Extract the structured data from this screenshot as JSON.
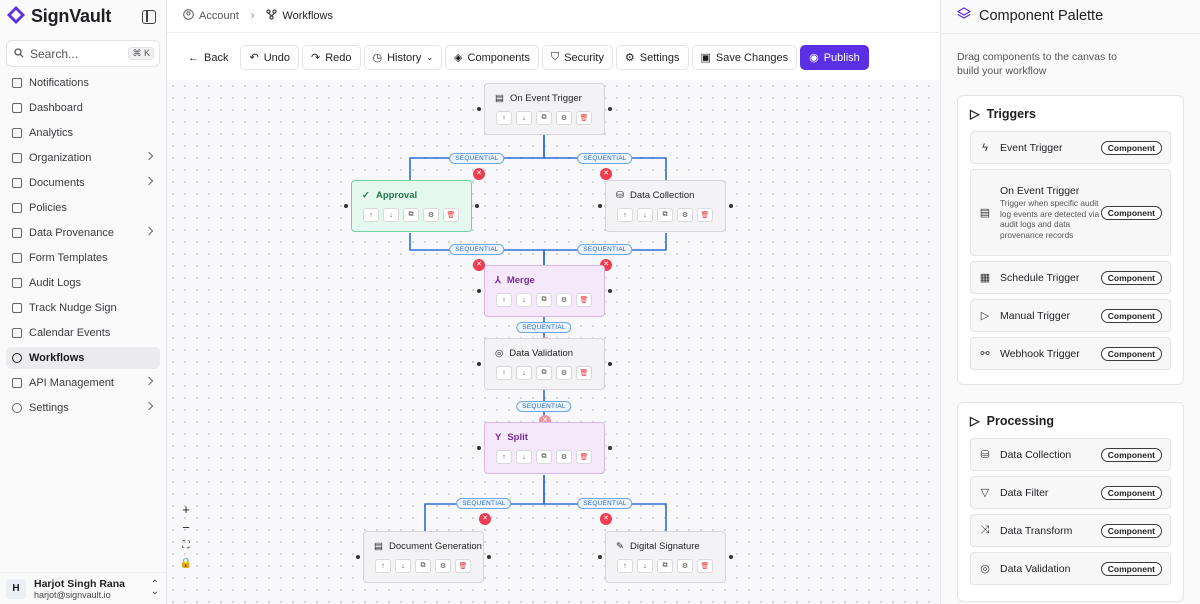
{
  "app": {
    "name": "SignVault"
  },
  "search": {
    "placeholder": "Search...",
    "shortcut": "⌘ K"
  },
  "sidebar": {
    "items": [
      {
        "label": "Notifications",
        "icon": "bell-icon"
      },
      {
        "label": "Dashboard",
        "icon": "grid-icon"
      },
      {
        "label": "Analytics",
        "icon": "chart-icon"
      },
      {
        "label": "Organization",
        "icon": "building-icon"
      },
      {
        "label": "Documents",
        "icon": "document-icon"
      },
      {
        "label": "Policies",
        "icon": "shield-icon"
      },
      {
        "label": "Data Provenance",
        "icon": "database-icon"
      },
      {
        "label": "Form Templates",
        "icon": "form-icon"
      },
      {
        "label": "Audit Logs",
        "icon": "list-icon"
      },
      {
        "label": "Track Nudge Sign",
        "icon": "pen-icon"
      },
      {
        "label": "Calendar Events",
        "icon": "calendar-icon"
      },
      {
        "label": "Workflows",
        "icon": "workflow-icon"
      },
      {
        "label": "API Management",
        "icon": "code-icon"
      },
      {
        "label": "Settings",
        "icon": "gear-icon"
      }
    ]
  },
  "user": {
    "initial": "H",
    "name": "Harjot Singh Rana",
    "email": "harjot@signvault.io"
  },
  "breadcrumb": {
    "root": "Account",
    "current": "Workflows"
  },
  "toolbar": {
    "back": "Back",
    "undo": "Undo",
    "redo": "Redo",
    "history": "History",
    "components": "Components",
    "security": "Security",
    "settings": "Settings",
    "save": "Save Changes",
    "publish": "Publish"
  },
  "canvas": {
    "edge_label": "SEQUENTIAL",
    "nodes": {
      "on_event_trigger": "On Event Trigger",
      "approval": "Approval",
      "data_collection": "Data Collection",
      "merge": "Merge",
      "data_validation": "Data Validation",
      "split": "Split",
      "document_generation": "Document Generation",
      "digital_signature": "Digital Signature"
    }
  },
  "palette": {
    "title": "Component Palette",
    "description": "Drag components to the canvas to build your workflow",
    "badge": "Component",
    "triggers": {
      "title": "Triggers",
      "items": [
        {
          "label": "Event Trigger",
          "icon": "bolt-icon"
        },
        {
          "label": "On Event Trigger",
          "icon": "document-icon",
          "description": "Trigger when specific audit log events are detected via audit logs and data provenance records"
        },
        {
          "label": "Schedule Trigger",
          "icon": "calendar-icon"
        },
        {
          "label": "Manual Trigger",
          "icon": "play-icon"
        },
        {
          "label": "Webhook Trigger",
          "icon": "webhook-icon"
        }
      ]
    },
    "processing": {
      "title": "Processing",
      "items": [
        {
          "label": "Data Collection",
          "icon": "database-icon"
        },
        {
          "label": "Data Filter",
          "icon": "filter-icon"
        },
        {
          "label": "Data Transform",
          "icon": "shuffle-icon"
        },
        {
          "label": "Data Validation",
          "icon": "check-circle-icon"
        }
      ]
    }
  }
}
